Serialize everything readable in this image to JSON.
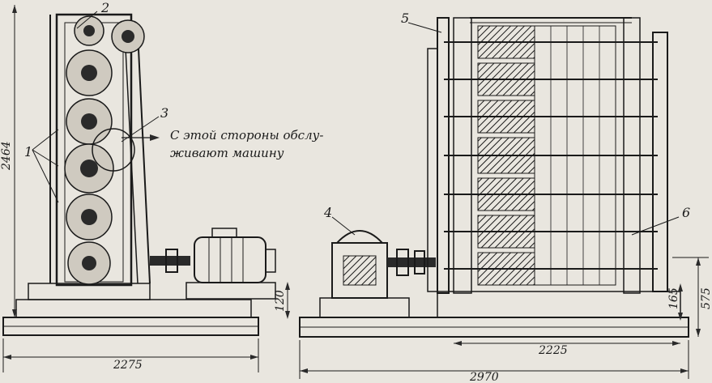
{
  "callouts": {
    "c1": "1",
    "c2": "2",
    "c3": "3",
    "c4": "4",
    "c5": "5",
    "c6": "6"
  },
  "note": {
    "line1": "С этой стороны обслу-",
    "line2": "живают машину"
  },
  "dimensions": {
    "height_total": "2464",
    "height_base": "120",
    "width_side": "2275",
    "width_front_inner": "2225",
    "width_front_total": "2970",
    "height_165": "165",
    "height_575": "575"
  },
  "colors": {
    "paper": "#e9e6df",
    "ink": "#1a1a1a"
  }
}
